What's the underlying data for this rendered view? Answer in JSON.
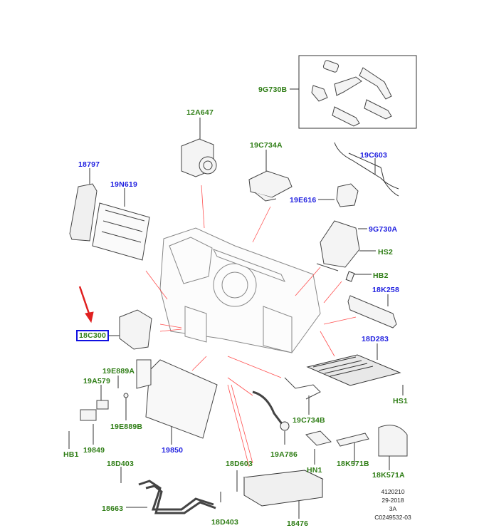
{
  "diagram": {
    "title": "Heater / A/C unit exploded parts diagram",
    "colors": {
      "label_green": "#2e7d15",
      "label_blue": "#2020e0",
      "leader_red": "#ff4040",
      "selection_box": "#1010e0",
      "arrow_red": "#e02020"
    },
    "selected_part": "18C300",
    "labels": [
      {
        "id": "9G730B",
        "color": "green"
      },
      {
        "id": "12A647",
        "color": "green"
      },
      {
        "id": "19C734A",
        "color": "green"
      },
      {
        "id": "19C603",
        "color": "blue"
      },
      {
        "id": "18797",
        "color": "blue"
      },
      {
        "id": "19N619",
        "color": "blue"
      },
      {
        "id": "19E616",
        "color": "blue"
      },
      {
        "id": "9G730A",
        "color": "blue"
      },
      {
        "id": "HS2",
        "color": "green"
      },
      {
        "id": "HB2",
        "color": "green"
      },
      {
        "id": "18K258",
        "color": "blue"
      },
      {
        "id": "18C300",
        "color": "green"
      },
      {
        "id": "18D283",
        "color": "blue"
      },
      {
        "id": "19E889A",
        "color": "green"
      },
      {
        "id": "19A579",
        "color": "green"
      },
      {
        "id": "19E889B",
        "color": "green"
      },
      {
        "id": "HS1",
        "color": "green"
      },
      {
        "id": "19C734B",
        "color": "green"
      },
      {
        "id": "19849",
        "color": "green"
      },
      {
        "id": "19850",
        "color": "blue"
      },
      {
        "id": "HB1",
        "color": "green"
      },
      {
        "id": "19A786",
        "color": "green"
      },
      {
        "id": "HN1",
        "color": "green"
      },
      {
        "id": "18K571B",
        "color": "green"
      },
      {
        "id": "18K571A",
        "color": "green"
      },
      {
        "id": "18D403_top",
        "text": "18D403",
        "color": "green"
      },
      {
        "id": "18D603",
        "color": "green"
      },
      {
        "id": "18663",
        "color": "green"
      },
      {
        "id": "18D403_bottom",
        "text": "18D403",
        "color": "green"
      },
      {
        "id": "18476",
        "color": "green"
      }
    ],
    "footer": {
      "line1": "4120210",
      "line2": "29-2018",
      "line3": "3A",
      "line4": "C0249532-03"
    }
  },
  "text": {
    "9G730B": "9G730B",
    "12A647": "12A647",
    "19C734A": "19C734A",
    "19C603": "19C603",
    "18797": "18797",
    "19N619": "19N619",
    "19E616": "19E616",
    "9G730A": "9G730A",
    "HS2": "HS2",
    "HB2": "HB2",
    "18K258": "18K258",
    "18C300": "18C300",
    "18D283": "18D283",
    "19E889A": "19E889A",
    "19A579": "19A579",
    "19E889B": "19E889B",
    "HS1": "HS1",
    "19C734B": "19C734B",
    "19849": "19849",
    "19850": "19850",
    "HB1": "HB1",
    "19A786": "19A786",
    "HN1": "HN1",
    "18K571B": "18K571B",
    "18K571A": "18K571A",
    "18D403_top": "18D403",
    "18D603": "18D603",
    "18663": "18663",
    "18D403_bottom": "18D403",
    "18476": "18476"
  }
}
